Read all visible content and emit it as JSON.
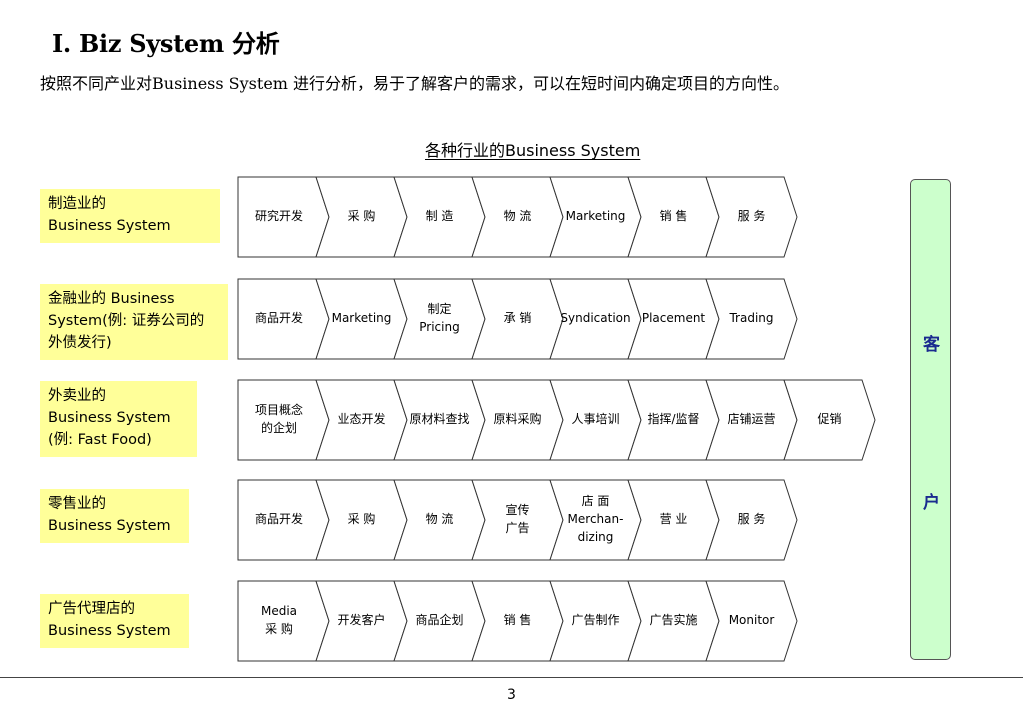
{
  "page": {
    "title": "I. Biz System 分析",
    "subtitle": "按照不同产业对Business System 进行分析，易于了解客户的需求，可以在短时间内确定项目的方向性。",
    "diagram_title": "各种行业的Business System",
    "page_number": "3"
  },
  "customer": {
    "chars": [
      "客",
      "户"
    ]
  },
  "rows": [
    {
      "label": [
        "制造业的",
        "Business System"
      ],
      "steps": [
        [
          "研究开发"
        ],
        [
          "采 购"
        ],
        [
          "制 造"
        ],
        [
          "物 流"
        ],
        [
          "Marketing"
        ],
        [
          "销 售"
        ],
        [
          "服 务"
        ]
      ]
    },
    {
      "label": [
        "金融业的 Business",
        "System(例: 证券公司的",
        "外债发行)"
      ],
      "steps": [
        [
          "商品开发"
        ],
        [
          "Marketing"
        ],
        [
          "制定",
          "Pricing"
        ],
        [
          "承 销"
        ],
        [
          "Syndication"
        ],
        [
          "Placement"
        ],
        [
          "Trading"
        ]
      ]
    },
    {
      "label": [
        "外卖业的",
        "Business System",
        "(例: Fast Food)"
      ],
      "steps": [
        [
          "项目概念",
          "的企划"
        ],
        [
          "业态开发"
        ],
        [
          "原材料查找"
        ],
        [
          "原料采购"
        ],
        [
          "人事培训"
        ],
        [
          "指挥/监督"
        ],
        [
          "店铺运营"
        ],
        [
          "促销"
        ]
      ]
    },
    {
      "label": [
        "零售业的",
        "Business System"
      ],
      "steps": [
        [
          "商品开发"
        ],
        [
          "采 购"
        ],
        [
          "物 流"
        ],
        [
          "宣传",
          "广告"
        ],
        [
          "店 面",
          "Merchan-",
          "dizing"
        ],
        [
          "营 业"
        ],
        [
          "服 务"
        ]
      ]
    },
    {
      "label": [
        "广告代理店的",
        "Business System"
      ],
      "steps": [
        [
          "Media",
          "采 购"
        ],
        [
          "开发客户"
        ],
        [
          "商品企划"
        ],
        [
          "销 售"
        ],
        [
          "广告制作"
        ],
        [
          "广告实施"
        ],
        [
          "Monitor"
        ]
      ]
    }
  ]
}
